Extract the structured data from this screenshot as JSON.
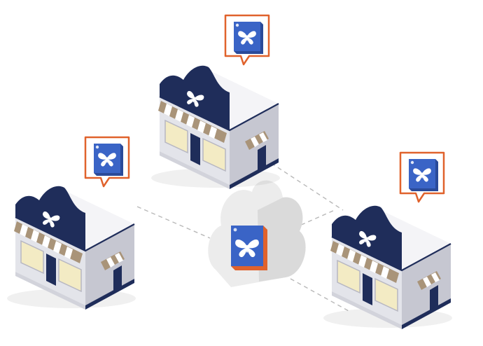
{
  "diagram": {
    "description_text": "",
    "colors": {
      "navy": "#1f2d5a",
      "navy_dark": "#16214a",
      "wall_light": "#e8e9ee",
      "wall_mid": "#c9cad3",
      "roof": "#f3f3f6",
      "window": "#f3ebc4",
      "awning_tan": "#a99479",
      "awning_white": "#ffffff",
      "badge_border": "#e0622c",
      "app_icon": "#3a64c6",
      "butterfly_accent": "#3a8ec8",
      "cloud": "#eaeaea",
      "link": "#b9b9b9"
    },
    "icons": {
      "store_icon": "storefront-icon",
      "badge_icon": "app-badge-icon",
      "logo_icon": "butterfly-icon",
      "cloud_icon": "cloud-icon"
    },
    "stores": [
      {
        "id": "store-top",
        "sign": "",
        "plate": ""
      },
      {
        "id": "store-left",
        "sign": "",
        "plate": ""
      },
      {
        "id": "store-right",
        "sign": "",
        "plate": ""
      }
    ],
    "hub": {
      "id": "cloud-hub",
      "label": ""
    },
    "connections": [
      {
        "from": "store-top",
        "to": "cloud-hub",
        "style": "dashed"
      },
      {
        "from": "store-left",
        "to": "cloud-hub",
        "style": "dashed"
      },
      {
        "from": "store-right",
        "to": "cloud-hub",
        "style": "dashed"
      }
    ]
  }
}
